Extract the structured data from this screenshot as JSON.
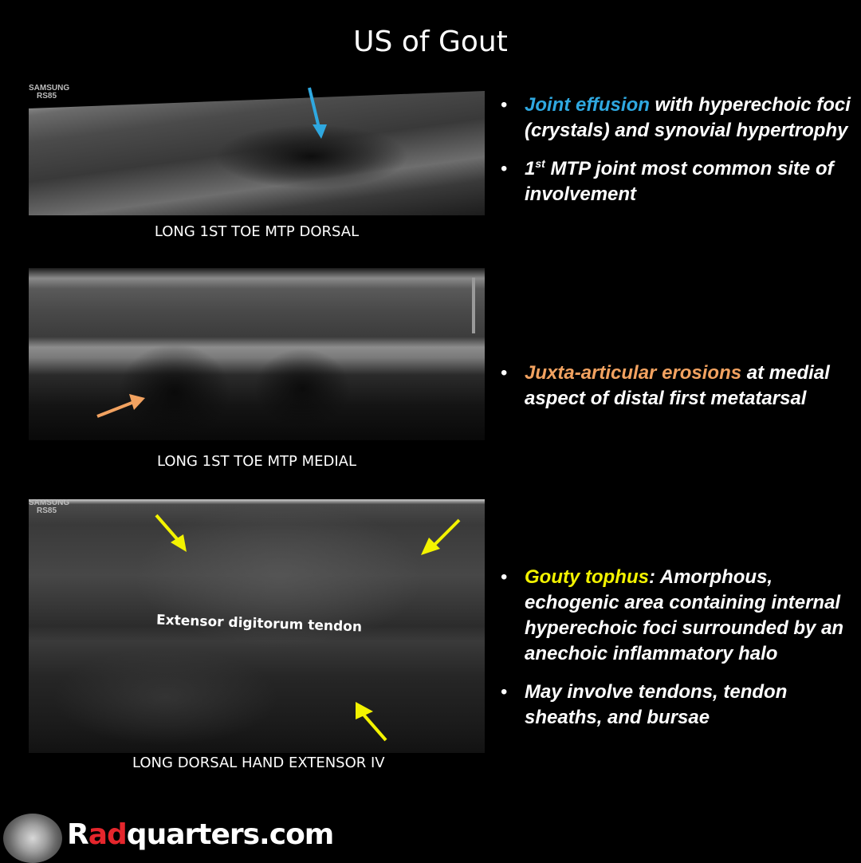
{
  "title": "US of Gout",
  "images": [
    {
      "brand": "SAMSUNG",
      "model": "RS85",
      "caption": "LONG 1ST TOE MTP DORSAL"
    },
    {
      "caption": "LONG 1ST TOE MTP MEDIAL"
    },
    {
      "brand": "SAMSUNG",
      "model": "RS85",
      "caption": "LONG DORSAL HAND EXTENSOR IV",
      "annotation": "Extensor digitorum tendon"
    }
  ],
  "bullets": [
    {
      "highlight": "Joint effusion",
      "text": " with hyperechoic foci (crystals) and synovial hypertrophy",
      "color": "#2fa8e0"
    },
    {
      "lead": "1",
      "sup": "st",
      "text": " MTP joint most common site of involvement"
    },
    {
      "highlight": "Juxta-articular erosions",
      "text": " at medial aspect of distal first metatarsal",
      "color": "#f2a260"
    },
    {
      "highlight": "Gouty tophus",
      "text": ": Amorphous, echogenic area containing internal hyperechoic foci surrounded by an anechoic inflammatory halo",
      "color": "#f3f300"
    },
    {
      "text": "May involve tendons, tendon sheaths, and bursae"
    }
  ],
  "footer": {
    "prefix": "R",
    "highlight": "ad",
    "suffix": "quarters.com"
  },
  "colors": {
    "arrow_blue": "#2fa8e0",
    "arrow_orange": "#f2a260",
    "arrow_yellow": "#f3f300",
    "brand_red": "#e5262c"
  }
}
